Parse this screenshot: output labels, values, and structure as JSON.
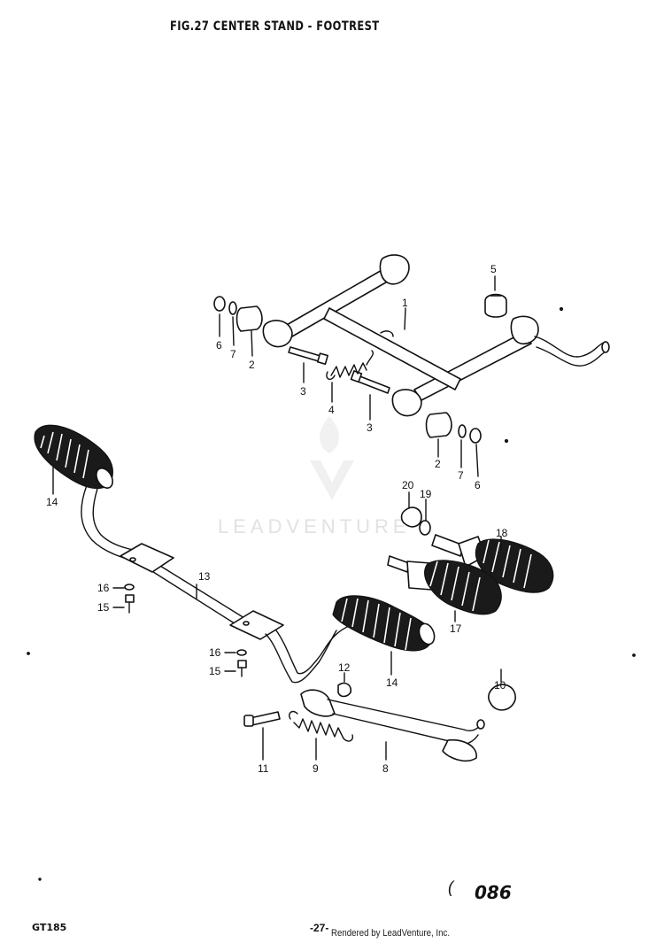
{
  "title": "FIG.27  CENTER STAND - FOOTREST",
  "callouts": [
    {
      "id": "c5",
      "text": "5"
    },
    {
      "id": "c1",
      "text": "1"
    },
    {
      "id": "c6a",
      "text": "6"
    },
    {
      "id": "c7a",
      "text": "7"
    },
    {
      "id": "c2a",
      "text": "2"
    },
    {
      "id": "c3a",
      "text": "3"
    },
    {
      "id": "c4",
      "text": "4"
    },
    {
      "id": "c3b",
      "text": "3"
    },
    {
      "id": "c2b",
      "text": "2"
    },
    {
      "id": "c7b",
      "text": "7"
    },
    {
      "id": "c6b",
      "text": "6"
    },
    {
      "id": "c14a",
      "text": "14"
    },
    {
      "id": "c20",
      "text": "20"
    },
    {
      "id": "c19",
      "text": "19"
    },
    {
      "id": "c18",
      "text": "18"
    },
    {
      "id": "c13",
      "text": "13"
    },
    {
      "id": "c16a",
      "text": "16"
    },
    {
      "id": "c15a",
      "text": "15"
    },
    {
      "id": "c17",
      "text": "17"
    },
    {
      "id": "c16b",
      "text": "16"
    },
    {
      "id": "c15b",
      "text": "15"
    },
    {
      "id": "c12",
      "text": "12"
    },
    {
      "id": "c14b",
      "text": "14"
    },
    {
      "id": "c10",
      "text": "10"
    },
    {
      "id": "c11",
      "text": "11"
    },
    {
      "id": "c9",
      "text": "9"
    },
    {
      "id": "c8",
      "text": "8"
    }
  ],
  "code_mark": "(",
  "code": "086",
  "model": "GT185",
  "page_number": "-27-",
  "credit": "Rendered by LeadVenture, Inc.",
  "watermark": "LEADVENTURE"
}
